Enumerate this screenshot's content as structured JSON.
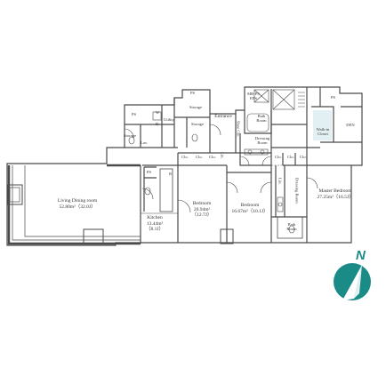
{
  "rooms": {
    "ldk": {
      "name": "Living Dining room",
      "area": "52.80m²（32.0J）"
    },
    "kitchen": {
      "name": "Kitchen",
      "area": "13.44m²",
      "tatami": "（8.1J）"
    },
    "bedroom1": {
      "name": "Bedroom",
      "area": "20.94m²",
      "tatami": "（12.7J）"
    },
    "bedroom2": {
      "name": "Bedroom",
      "area": "16.67m²（10.1J）"
    },
    "master": {
      "name": "Master Bedroom",
      "area": "27.25m²（16.5J）"
    },
    "entrance": "Entrance",
    "utility": "Utility",
    "storage_a": "Storage",
    "storage_b": "Storage",
    "storage_c": "Storage",
    "bath_room": {
      "line1": "Bath",
      "line2": "Room"
    },
    "dressing": {
      "line1": "Dressing",
      "line2": "Room"
    },
    "walkin": {
      "line1": "Walk-in",
      "line2": "Closet"
    },
    "den": "DEN",
    "bath": {
      "line1": "Bath",
      "line2": "Room"
    },
    "mbps": {
      "line1": "MB·PS",
      "line2": "EPS"
    },
    "shoe_clo": "Shoe Clo.",
    "dressing_room_small": "Dressing Room",
    "ps_labels": [
      "PS",
      "PS",
      "PS",
      "PS"
    ],
    "wd": [
      "W",
      "D"
    ],
    "lav": "Lav.",
    "r": "R",
    "clo": [
      "Clo.",
      "Clo.",
      "Clo.",
      "Clo.",
      "Clo.",
      "Clo."
    ],
    "lin": [
      "Lin.",
      "Lin."
    ]
  },
  "compass": {
    "label": "N"
  },
  "colors": {
    "wall": "#4a4a4a",
    "fill": "#ffffff",
    "accent": "#1a8b87",
    "closet": "#e3f0f3"
  }
}
